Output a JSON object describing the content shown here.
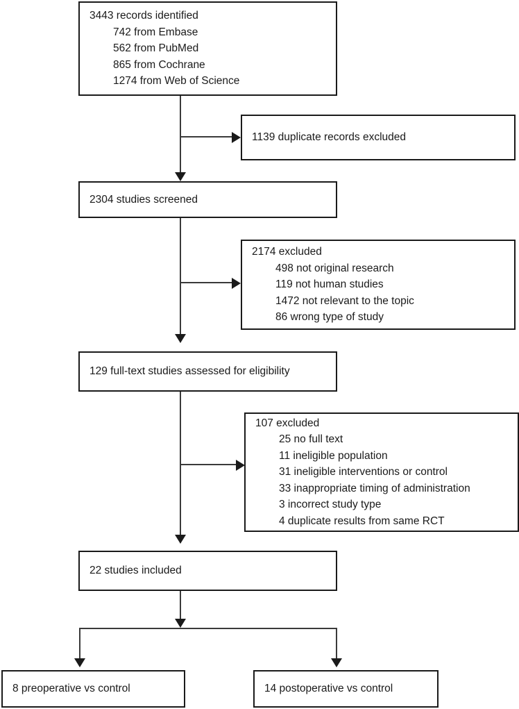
{
  "diagram": {
    "type": "prisma-flow-diagram",
    "title": "",
    "boxes": {
      "identification": {
        "id": "records-identified",
        "lines": [
          "3443 records identified",
          "742 from Embase",
          "562 from PubMed",
          "865 from Cochrane",
          "1274 from Web of Science"
        ],
        "total": 3443,
        "sources": [
          {
            "name": "Embase",
            "count": 742
          },
          {
            "name": "PubMed",
            "count": 562
          },
          {
            "name": "Cochrane",
            "count": 865
          },
          {
            "name": "Web of Science",
            "count": 1274
          }
        ]
      },
      "duplicates_excluded": {
        "id": "duplicate-records-excluded",
        "lines": [
          "1139 duplicate records excluded"
        ],
        "total": 1139
      },
      "screened": {
        "id": "studies-screened",
        "lines": [
          "2304 studies screened"
        ],
        "total": 2304
      },
      "screening_excluded": {
        "id": "screening-excluded",
        "lines": [
          "2174 excluded",
          "498 not original research",
          "119 not human studies",
          "1472 not relevant to the topic",
          "86 wrong type of study"
        ],
        "total": 2174,
        "reasons": [
          {
            "reason": "not original research",
            "count": 498
          },
          {
            "reason": "not human studies",
            "count": 119
          },
          {
            "reason": "not relevant to the topic",
            "count": 1472
          },
          {
            "reason": "wrong type of study",
            "count": 86
          }
        ]
      },
      "eligibility": {
        "id": "full-text-assessed",
        "lines": [
          "129 full-text studies assessed for eligibility"
        ],
        "total": 129
      },
      "eligibility_excluded": {
        "id": "full-text-excluded",
        "lines": [
          "107 excluded",
          "25 no full text",
          "11 ineligible population",
          "31 ineligible interventions or control",
          "33 inappropriate timing of administration",
          "3 incorrect study type",
          "4 duplicate results from same RCT"
        ],
        "total": 107,
        "reasons": [
          {
            "reason": "no full text",
            "count": 25
          },
          {
            "reason": "ineligible population",
            "count": 11
          },
          {
            "reason": "ineligible interventions or control",
            "count": 31
          },
          {
            "reason": "inappropriate timing of administration",
            "count": 33
          },
          {
            "reason": "incorrect study type",
            "count": 3
          },
          {
            "reason": "duplicate results from same RCT",
            "count": 4
          }
        ]
      },
      "included": {
        "id": "studies-included",
        "lines": [
          "22 studies included"
        ],
        "total": 22
      },
      "arm_preoperative": {
        "id": "preoperative-vs-control",
        "lines": [
          "8 preoperative vs control"
        ],
        "total": 8
      },
      "arm_postoperative": {
        "id": "postoperative-vs-control",
        "lines": [
          "14 postoperative vs control"
        ],
        "total": 14
      }
    },
    "colors": {
      "border": "#1a1a1a",
      "connector": "#3a3a3a",
      "text": "#1a1a1a",
      "background": "#ffffff"
    }
  }
}
